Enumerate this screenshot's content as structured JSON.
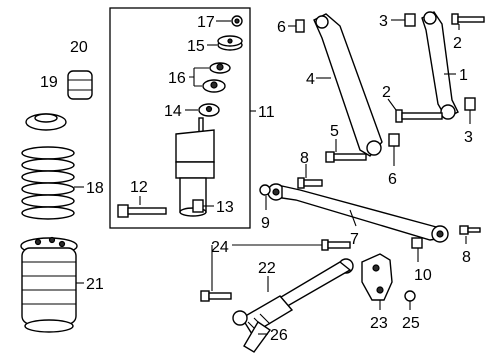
{
  "callouts": {
    "n1": "1",
    "n2a": "2",
    "n2b": "2",
    "n3a": "3",
    "n3b": "3",
    "n4": "4",
    "n5": "5",
    "n6a": "6",
    "n6b": "6",
    "n7": "7",
    "n8a": "8",
    "n8b": "8",
    "n9": "9",
    "n10": "10",
    "n11": "11",
    "n12": "12",
    "n13": "13",
    "n14": "14",
    "n15": "15",
    "n16": "16",
    "n17": "17",
    "n18": "18",
    "n19": "19",
    "n20": "20",
    "n21": "21",
    "n22": "22",
    "n23": "23",
    "n24": "24",
    "n25": "25",
    "n26": "26"
  }
}
